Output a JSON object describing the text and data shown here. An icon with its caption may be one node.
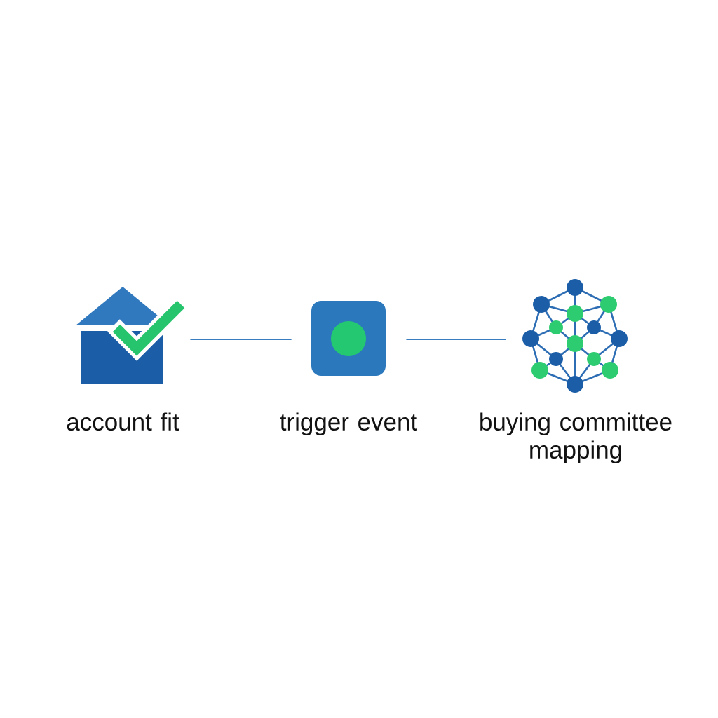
{
  "diagram": {
    "nodes": [
      {
        "text": [],
        "shape": "picture",
        "beside": [
          "account fit"
        ]
      },
      {
        "text": [],
        "shape": "picture",
        "beside": [
          "trigger event"
        ]
      },
      {
        "text": [],
        "shape": "picture",
        "beside": [
          "buying committee mapping"
        ]
      }
    ],
    "edges": [
      {
        "from": 0,
        "to": 1,
        "arrow": "none"
      },
      {
        "from": 1,
        "to": 2,
        "arrow": "none"
      }
    ]
  }
}
